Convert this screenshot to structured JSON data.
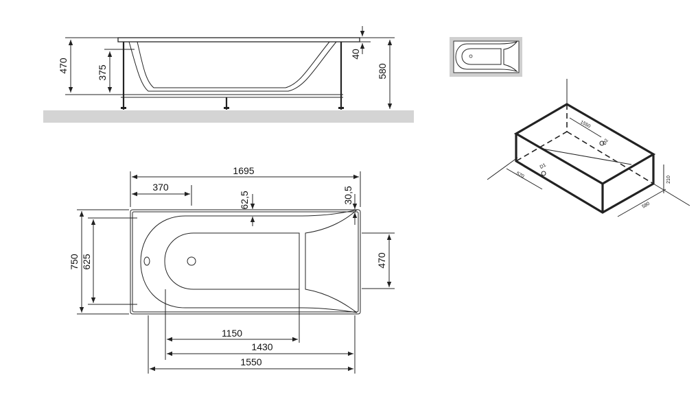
{
  "side_view": {
    "height_total": "470",
    "height_inner": "375",
    "rim": "40",
    "height_floor": "580"
  },
  "top_view": {
    "length_total": "1695",
    "drain_offset": "370",
    "rim_inset": "62,5",
    "edge": "30,5",
    "width_total": "750",
    "width_inner": "625",
    "width_foot": "470",
    "length_bottom": "1150",
    "length_inner": "1430",
    "length_frame": "1550"
  },
  "iso_view": {
    "length": "1550",
    "width": "570",
    "height": "210",
    "depth": "580",
    "port_1": "D1",
    "port_2": "D2"
  },
  "colors": {
    "line": "#222222",
    "floor": "#d4d4d4",
    "thumb_bg": "#cfcfcf"
  }
}
